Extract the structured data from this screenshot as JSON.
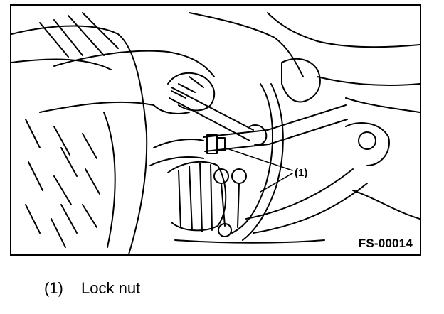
{
  "figure": {
    "code": "FS-00014",
    "callout_label": "(1)"
  },
  "legend": {
    "items": [
      {
        "number": "(1)",
        "label": "Lock nut"
      }
    ]
  },
  "colors": {
    "line": "#000000",
    "background": "#ffffff"
  }
}
